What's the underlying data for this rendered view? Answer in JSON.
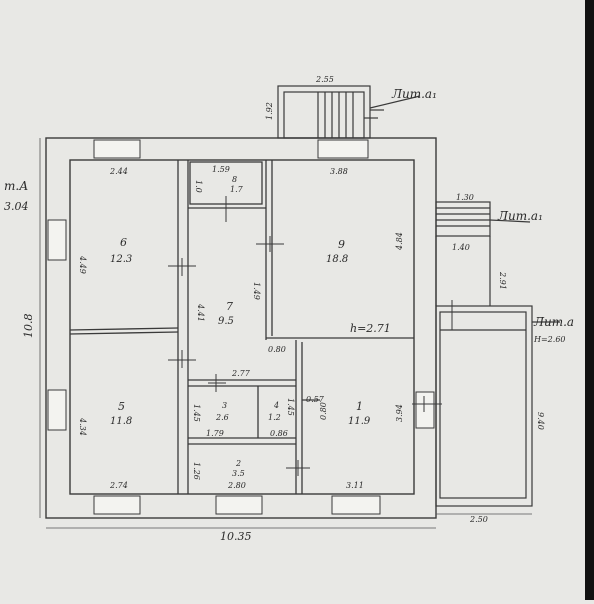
{
  "plan": {
    "left_label": "т.А",
    "left_value": "3.04",
    "overall_width": "10.35",
    "overall_depth": "10.8",
    "ceiling_note": "h=2.71",
    "annexes": [
      {
        "label": "Лит.а₁",
        "dim_top": "2.55",
        "dim_side": "1.92"
      },
      {
        "label": "Лит.а₁",
        "dim_top": "1.30",
        "dim_left": "1.40",
        "dim_right": "2.91"
      },
      {
        "label": "Лит.а",
        "note": "H=2.60",
        "dim_bottom": "2.50",
        "dim_side": "9.40"
      }
    ],
    "rooms": [
      {
        "num": "6",
        "area": "12.3",
        "w": "2.44",
        "h": "4.49"
      },
      {
        "num": "8",
        "area": "1.7",
        "w": "1.59",
        "h": "1.0"
      },
      {
        "num": "9",
        "area": "18.8",
        "w": "3.88",
        "h": "4.84"
      },
      {
        "num": "7",
        "area": "9.5",
        "h_a": "4.41",
        "h_b": "1.49"
      },
      {
        "num": "5",
        "area": "11.8",
        "w": "2.74",
        "h": "4.34"
      },
      {
        "num": "3",
        "area": "2.6",
        "w": "1.79",
        "h": "1.45"
      },
      {
        "num": "4",
        "area": "1.2",
        "w": "0.86",
        "h": "1.45"
      },
      {
        "num": "1",
        "area": "11.9",
        "w": "3.11",
        "h": "3.94"
      },
      {
        "num": "2",
        "area": "3.5",
        "w": "2.80",
        "h": "1.26"
      }
    ],
    "misc_dims": [
      "0.80",
      "2.77",
      "0.57",
      "0.80"
    ]
  }
}
